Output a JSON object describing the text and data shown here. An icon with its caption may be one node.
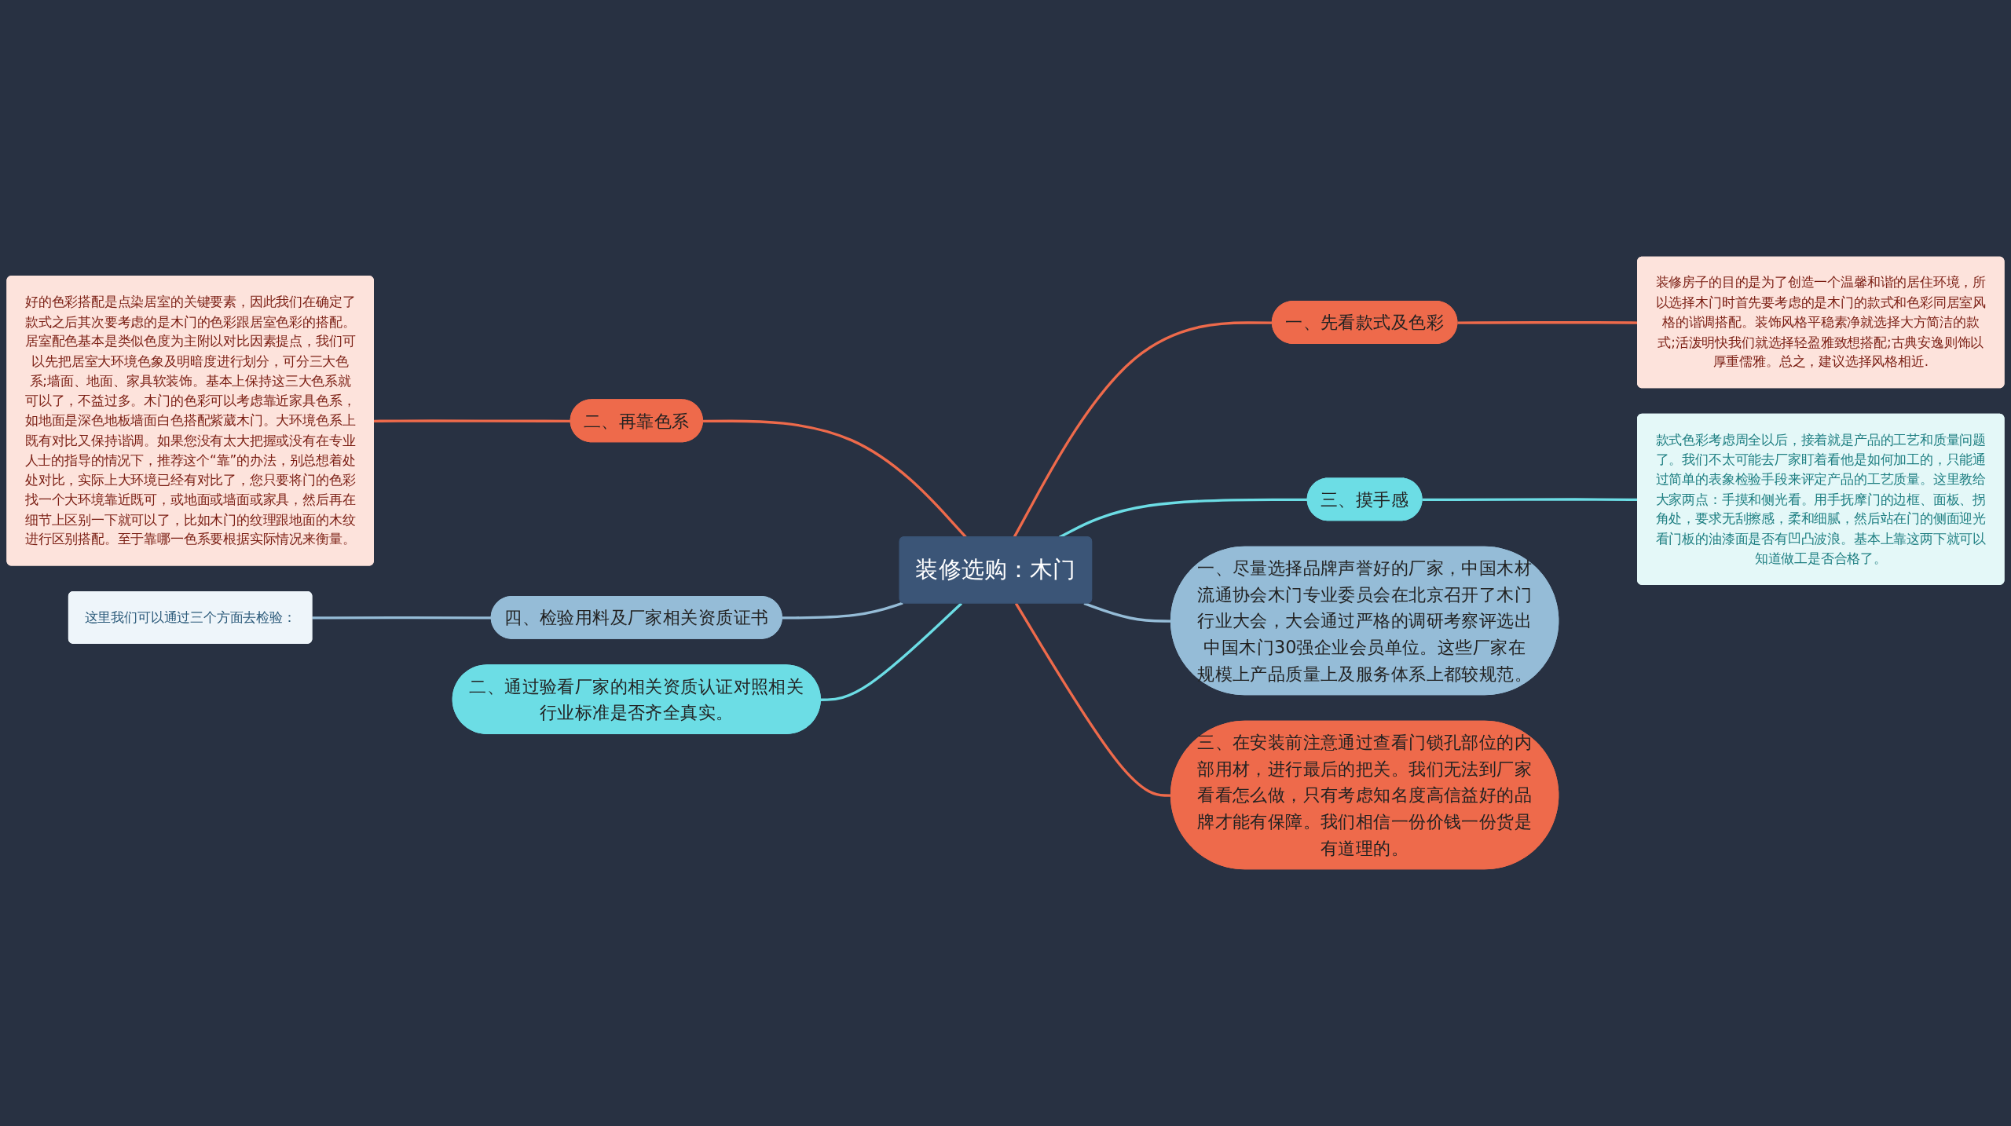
{
  "diagram": {
    "nodes": [
      {
        "text": [
          "装修选购：木门"
        ]
      },
      {
        "text": [
          "一、先看款式及色彩"
        ]
      },
      {
        "text": [
          "装修房子的目的是为了创造一个温馨和谐的居住环境，所以选择木门时首先要考虑的是木门的款式和色彩同居室风格的谐调搭配。装饰风格平稳素净就选择大方简洁的款式;活泼明快我们就选择轻盈雅致想搭配;古典安逸则饰以厚重儒雅。总之，建议选择风格相近."
        ]
      },
      {
        "text": [
          "三、摸手感"
        ]
      },
      {
        "text": [
          "款式色彩考虑周全以后，接着就是产品的工艺和质量问题了。我们不太可能去厂家盯着看他是如何加工的，只能通过简单的表象检验手段来评定产品的工艺质量。这里教给大家两点：手摸和侧光看。用手抚摩门的边框、面板、拐角处，要求无刮擦感，柔和细腻，然后站在门的侧面迎光看门板的油漆面是否有凹凸波浪。基本上靠这两下就可以知道做工是否合格了。"
        ]
      },
      {
        "text": [
          "二、再靠色系"
        ]
      },
      {
        "text": [
          "好的色彩搭配是点染居室的关键要素，因此我们在确定了款式之后其次要考虑的是木门的色彩跟居室色彩的搭配。居室配色基本是类似色度为主附以对比因素提点，我们可以先把居室大环境色象及明暗度进行划分，可分三大色系;墙面、地面、家具软装饰。基本上保持这三大色系就可以了，不益过多。木门的色彩可以考虑靠近家具色系，如地面是深色地板墙面白色搭配紫葳木门。大环境色系上既有对比又保持谐调。如果您没有太大把握或没有在专业人士的指导的情况下，推荐这个“靠”的办法，别总想着处处对比，实际上大环境已经有对比了，您只要将门的色彩找一个大环境靠近既可，或地面或墙面或家具，然后再在细节上区别一下就可以了，比如木门的纹理跟地面的木纹进行区别搭配。至于靠哪一色系要根据实际情况来衡量。"
        ]
      },
      {
        "text": [
          "四、检验用料及厂家相关资质证书"
        ]
      },
      {
        "text": [
          "这里我们可以通过三个方面去检验："
        ]
      },
      {
        "text": [
          "二、通过验看厂家的相关资质认证对照相关行业标准是否齐全真实。"
        ]
      },
      {
        "text": [
          "一、尽量选择品牌声誉好的厂家，中国木材流通协会木门专业委员会在北京召开了木门行业大会，大会通过严格的调研考察评选出中国木门30强企业会员单位。这些厂家在规模上产品质量上及服务体系上都较规范。"
        ]
      },
      {
        "text": [
          "三、在安装前注意通过查看门锁孔部位的内部用材，进行最后的把关。我们无法到厂家看看怎么做，只有考虑知名度高信益好的品牌才能有保障。我们相信一份价钱一份货是有道理的。"
        ]
      }
    ],
    "edges": [
      {
        "from": 0,
        "to": 1,
        "arrow": "none"
      },
      {
        "from": 1,
        "to": 2,
        "arrow": "none"
      },
      {
        "from": 0,
        "to": 3,
        "arrow": "none",
        "color": "#6cdde5"
      },
      {
        "from": 3,
        "to": 4,
        "arrow": "none",
        "color": "#6cdde5"
      },
      {
        "from": 5,
        "to": 0,
        "arrow": "none"
      },
      {
        "from": 6,
        "to": 5,
        "arrow": "none"
      },
      {
        "from": 7,
        "to": 0,
        "arrow": "none",
        "color": "#95bcd7"
      },
      {
        "from": 8,
        "to": 7,
        "arrow": "none",
        "color": "#95bcd7"
      },
      {
        "from": 9,
        "to": 0,
        "arrow": "none",
        "color": "#6cdde5"
      },
      {
        "from": 0,
        "to": 10,
        "arrow": "none",
        "color": "#95bcd7"
      },
      {
        "from": 0,
        "to": 11,
        "arrow": "none"
      }
    ]
  }
}
